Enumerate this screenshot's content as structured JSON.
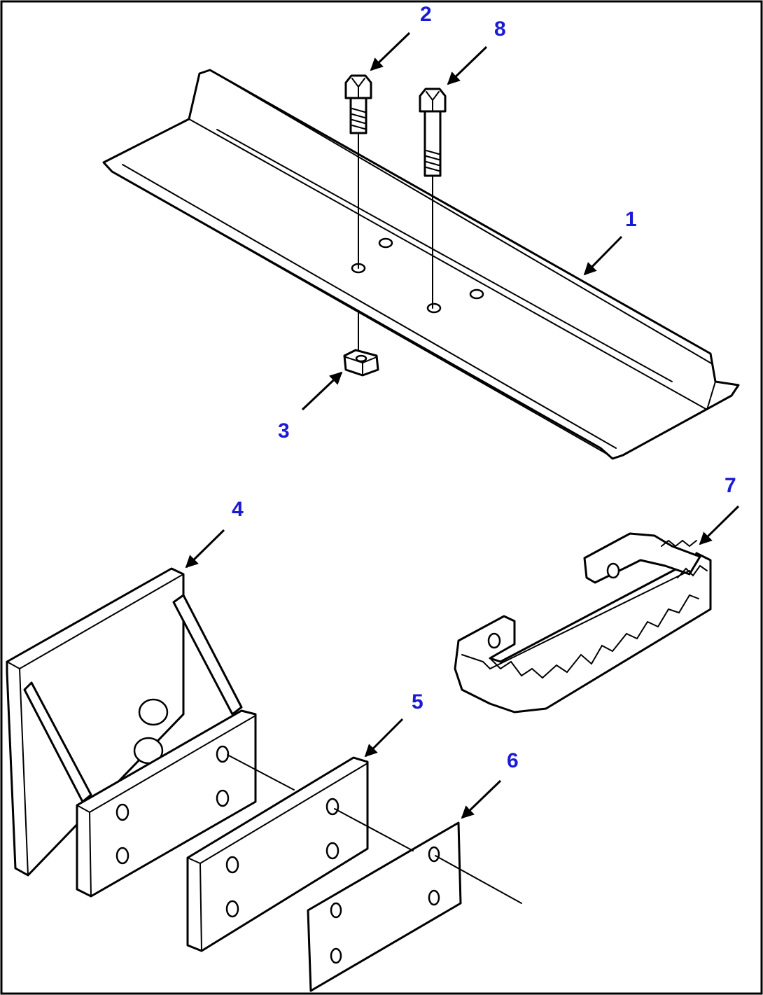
{
  "diagram": {
    "callouts": [
      {
        "id": "1",
        "label": "1"
      },
      {
        "id": "2",
        "label": "2"
      },
      {
        "id": "3",
        "label": "3"
      },
      {
        "id": "4",
        "label": "4"
      },
      {
        "id": "5",
        "label": "5"
      },
      {
        "id": "6",
        "label": "6"
      },
      {
        "id": "7",
        "label": "7"
      },
      {
        "id": "8",
        "label": "8"
      }
    ],
    "colors": {
      "callout_text": "#1a1ad6",
      "line_art": "#000000",
      "background": "#ffffff",
      "frame": "#000000"
    }
  }
}
